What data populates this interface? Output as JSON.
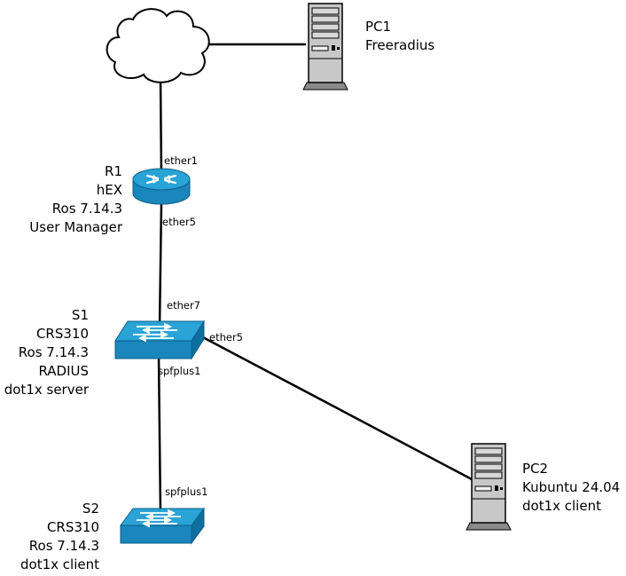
{
  "nodes": {
    "cloud": {
      "lines": []
    },
    "pc1": {
      "lines": [
        "PC1",
        "Freeradius"
      ],
      "icon": "server-tower-icon"
    },
    "r1": {
      "lines": [
        "R1",
        "hEX",
        "Ros 7.14.3",
        "User Manager"
      ],
      "icon": "router-icon"
    },
    "s1": {
      "lines": [
        "S1",
        "CRS310",
        "Ros 7.14.3",
        "RADIUS",
        "dot1x server"
      ],
      "icon": "switch-icon"
    },
    "s2": {
      "lines": [
        "S2",
        "CRS310",
        "Ros 7.14.3",
        "dot1x client"
      ],
      "icon": "switch-icon"
    },
    "pc2": {
      "lines": [
        "PC2",
        "Kubuntu 24.04",
        "dot1x client"
      ],
      "icon": "server-tower-icon"
    }
  },
  "ports": {
    "r1_top": "ether1",
    "r1_bottom": "ether5",
    "s1_top": "ether7",
    "s1_right": "ether5",
    "s1_bottom": "spfplus1",
    "s2_top": "spfplus1"
  },
  "colors": {
    "device_blue": "#1f8fc3",
    "device_top": "#27a6d8",
    "device_dark": "#0d6f9e",
    "tower_gray": "#c8c8c8",
    "link": "#000000"
  }
}
